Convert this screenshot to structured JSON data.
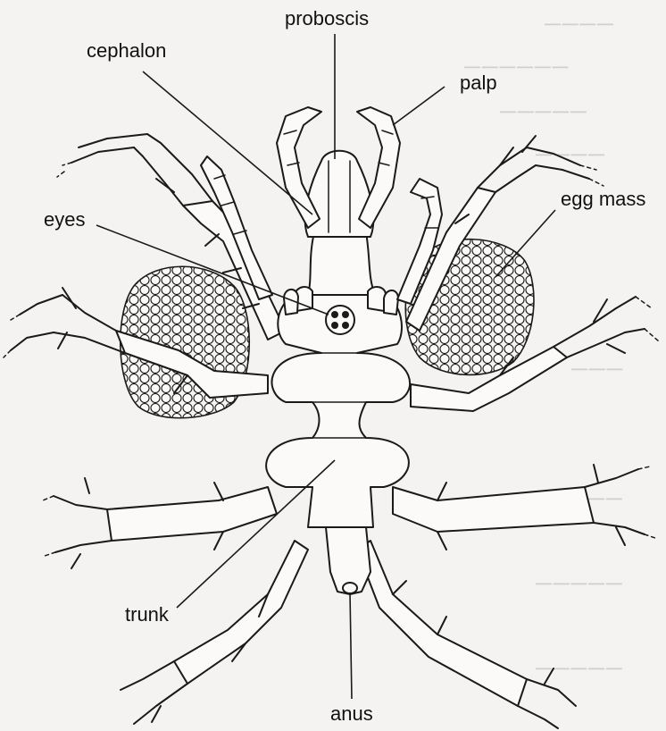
{
  "diagram": {
    "labels": {
      "proboscis": "proboscis",
      "cephalon": "cephalon",
      "palp": "palp",
      "eyes": "eyes",
      "egg_mass": "egg mass",
      "trunk": "trunk",
      "anus": "anus"
    }
  }
}
